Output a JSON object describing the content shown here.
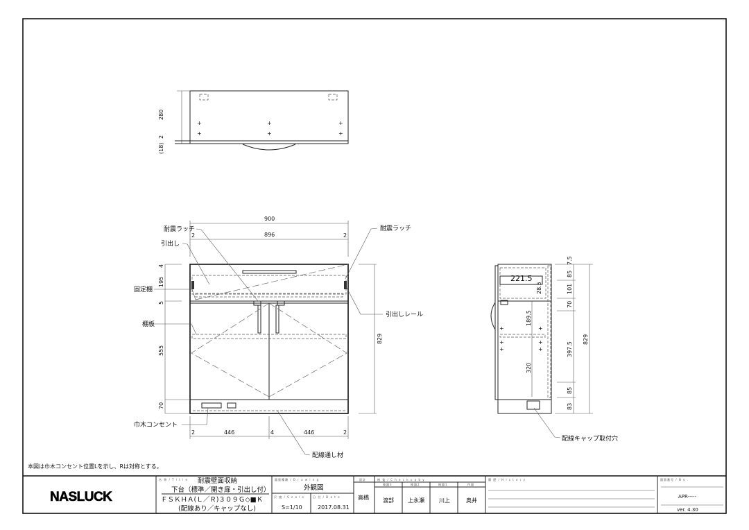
{
  "labels": {
    "latch_left": "耐震ラッチ",
    "drawer": "引出し",
    "fixed_shelf": "固定棚",
    "shelf_board": "棚板",
    "baseboard_outlet": "巾木コンセント",
    "latch_right": "耐震ラッチ",
    "drawer_rail": "引出しレール",
    "wiring_member": "配線通し材",
    "wiring_cap_hole": "配線キャップ取付穴"
  },
  "note": "本図は巾木コンセント位置Lを示し、Rは対称とする。",
  "dims": {
    "top_view": {
      "h280": "280",
      "h2": "2",
      "h18": "(18)"
    },
    "front": {
      "w900": "900",
      "w896": "896",
      "l2": "2",
      "r2": "2",
      "v4": "4",
      "v195": "195",
      "v5": "5",
      "v555": "555",
      "v70": "70",
      "v829": "829",
      "b2a": "2",
      "b446a": "446",
      "b4": "4",
      "b446b": "446",
      "b2b": "2"
    },
    "side": {
      "d221": "221.5",
      "d28": "28.5",
      "d189": "189.5",
      "d320": "320",
      "v7": "7.5",
      "v85a": "85",
      "v101": "101",
      "v70": "70",
      "v397": "397.5",
      "v85b": "85",
      "v83": "83",
      "v829": "829"
    }
  },
  "title_block": {
    "logo": "NASLUCK",
    "title_caption": "名 称 / T i t l e",
    "title_line1": "耐震壁面収納",
    "title_line2": "下台（標準／開き扉・引出し付）",
    "title_line3": "ＦＳＫＨＡ(Ｌ／Ｒ)３０９Ｇ◇■Ｋ",
    "title_line4": "(配線あり／キャップなし)",
    "drawing_caption": "図面種類 / D r a w i n g",
    "drawing_type": "外観図",
    "scale_caption": "尺 度 / S c a l e",
    "scale": "S=1/10",
    "date_caption": "日 付 / D a t e",
    "date": "2017.08.31",
    "design_caption": "設計",
    "designer": "高橋",
    "check_caption": "検 査 / C h e c k  u p  b y",
    "checkers": [
      {
        "role": "検図3",
        "name": "渡部"
      },
      {
        "role": "検図2",
        "name": "上永瀬"
      },
      {
        "role": "検図1",
        "name": "川上"
      },
      {
        "role": "作図",
        "name": "奥井"
      }
    ],
    "history_caption": "履 歴 / H i s t o r y",
    "number_caption": "図面番号 / N o .",
    "number": "APR-----",
    "version": "ver. 4.30"
  }
}
